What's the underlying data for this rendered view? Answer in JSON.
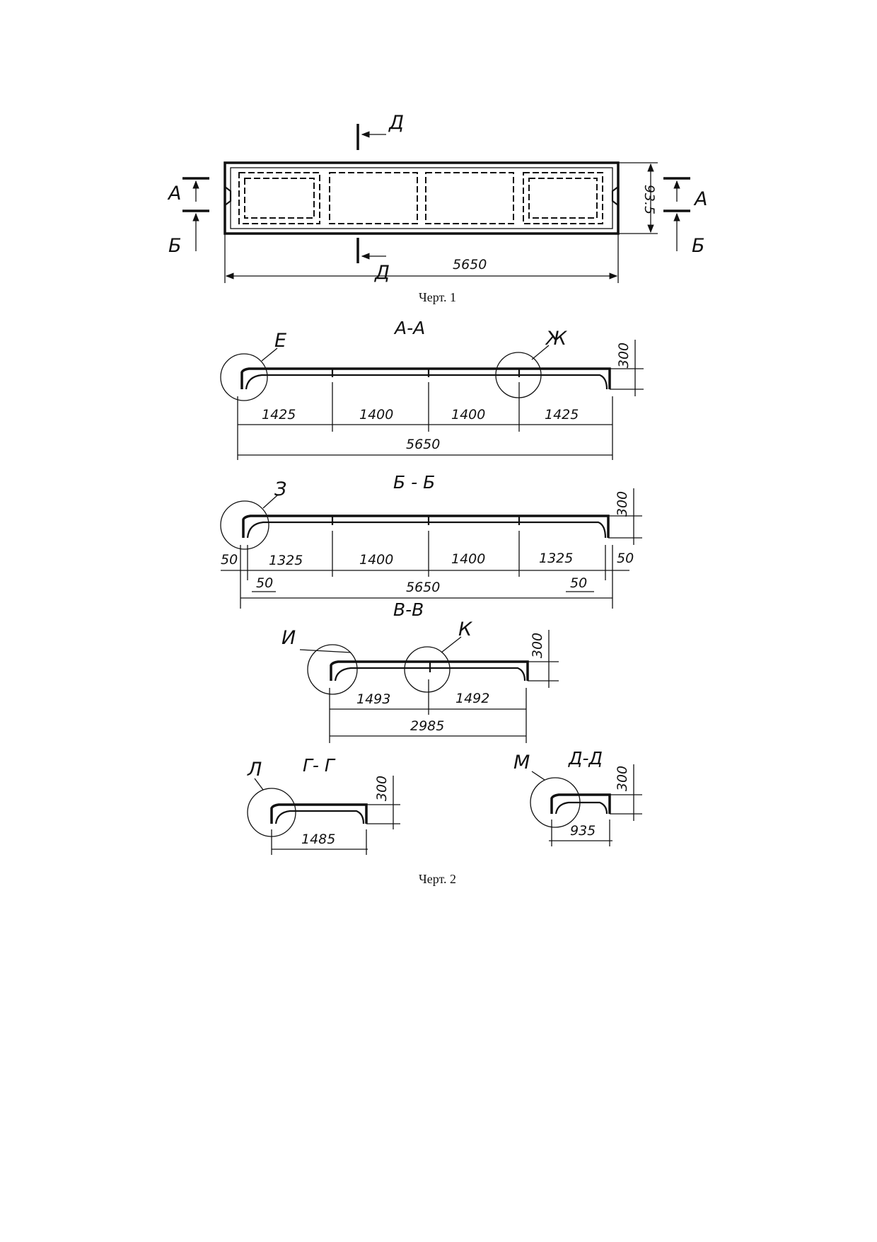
{
  "figure1": {
    "caption": "Черт. 1",
    "length_label": "5650",
    "height_label": "93.5",
    "cut_a": "А",
    "cut_b": "Б",
    "cut_d": "Д"
  },
  "figure2": {
    "caption": "Черт. 2",
    "section_aa": {
      "title": "А-А",
      "callout_left": "Е",
      "callout_right": "Ж",
      "height": "300",
      "spans": [
        "1425",
        "1400",
        "1400",
        "1425"
      ],
      "total": "5650"
    },
    "section_bb": {
      "title": "Б - Б",
      "callout": "З",
      "height": "300",
      "edge_left": "50",
      "edge_right": "50",
      "spans": [
        "1325",
        "1400",
        "1400",
        "1325"
      ],
      "bottom_left": "50",
      "bottom_right": "50",
      "total": "5650"
    },
    "section_vv": {
      "title": "В-В",
      "callout_left": "И",
      "callout_right": "К",
      "height": "300",
      "spans": [
        "1493",
        "1492"
      ],
      "total": "2985"
    },
    "section_gg": {
      "title": "Г- Г",
      "callout": "Л",
      "height": "300",
      "span": "1485"
    },
    "section_dd": {
      "title": "Д-Д",
      "callout": "М",
      "height": "300",
      "span": "935"
    }
  }
}
